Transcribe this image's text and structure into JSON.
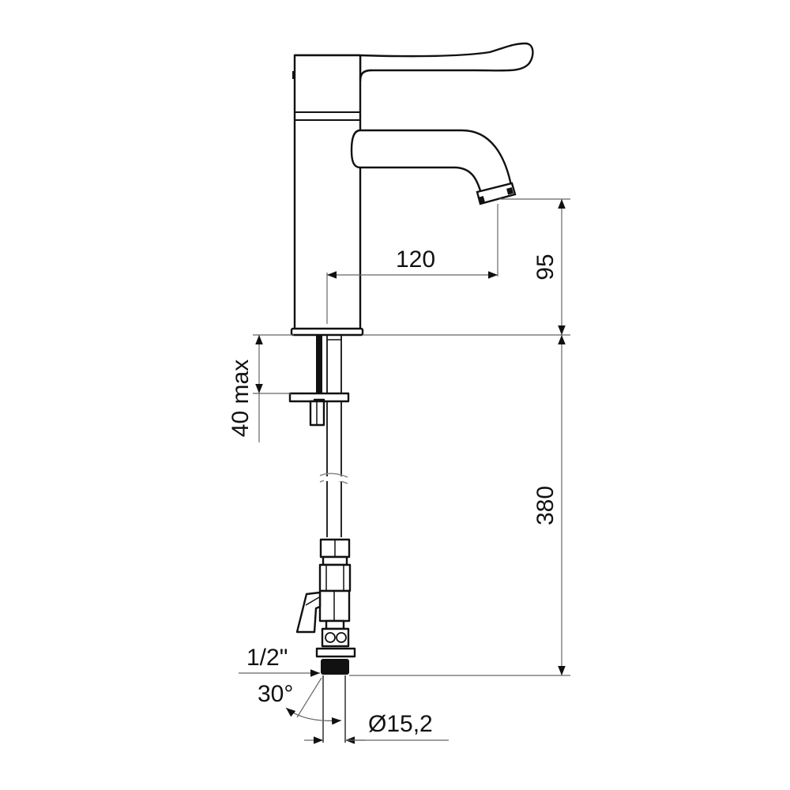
{
  "drawing": {
    "subject": "Single-lever basin mixer tap with long lever handle",
    "background": "#ffffff",
    "line_color": "#111111",
    "dimension_line_color": "#666666"
  },
  "dimensions": {
    "spout_reach": "120",
    "spout_height": "95",
    "deck_thickness": "40 max",
    "hose_length": "380",
    "thread_size": "1/2\"",
    "angle": "30°",
    "pipe_diameter": "Ø15,2"
  }
}
